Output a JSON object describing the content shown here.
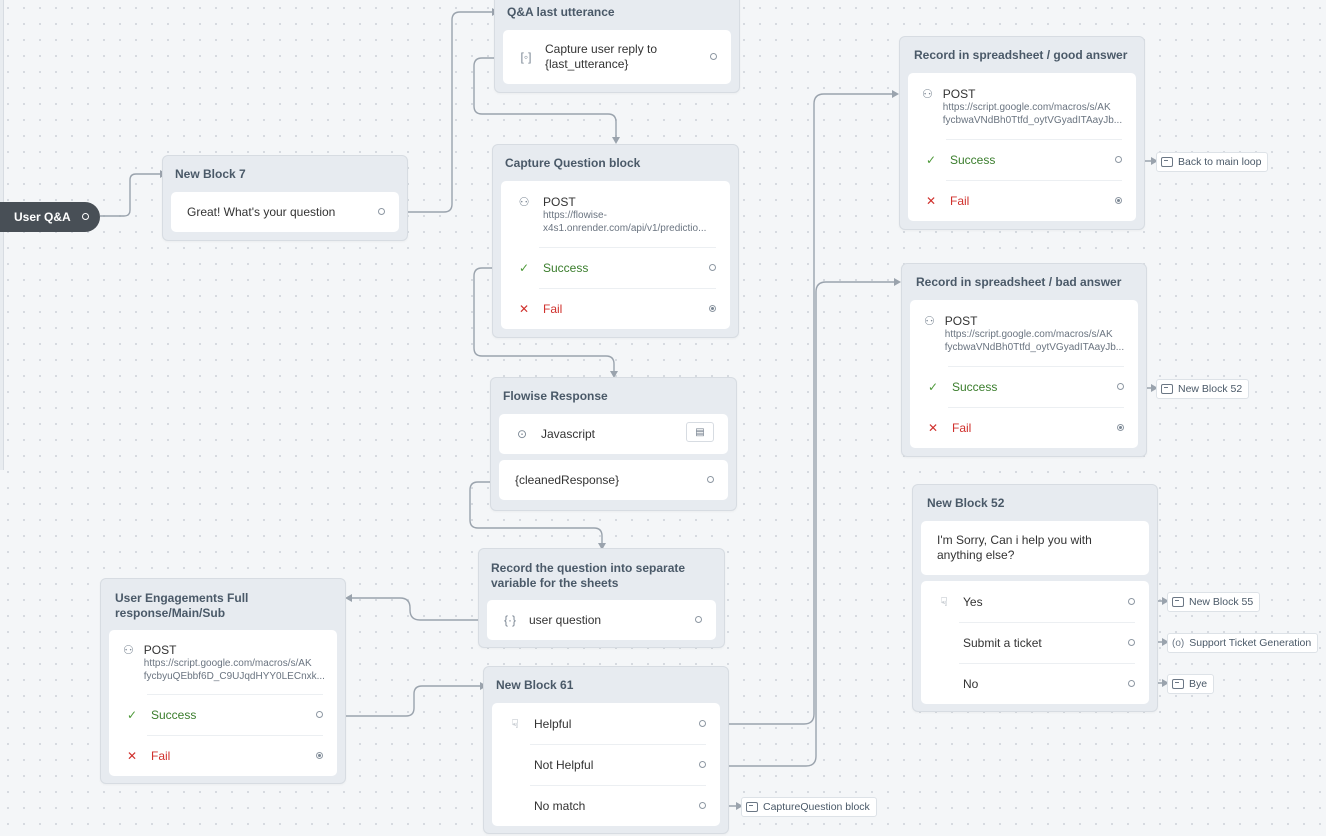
{
  "start_node": {
    "label": "User Q&A"
  },
  "blocks": {
    "qa_last": {
      "title": "Q&A last utterance",
      "capture_text": "Capture user reply to {last_utterance}"
    },
    "new7": {
      "title": "New Block 7",
      "message": "Great! What's your question"
    },
    "capture_q": {
      "title": "Capture Question block",
      "method": "POST",
      "url_line1": "https://flowise-",
      "url_line2": "x4s1.onrender.com/api/v1/predictio...",
      "success": "Success",
      "fail": "Fail"
    },
    "flowise": {
      "title": "Flowise Response",
      "code_label": "Javascript",
      "text": "{cleanedResponse}"
    },
    "record_q": {
      "title": "Record the question into separate variable for the sheets",
      "var_label": "user question"
    },
    "engagement": {
      "title": "User Engagements Full response/Main/Sub",
      "method": "POST",
      "url_line1": "https://script.google.com/macros/s/AK",
      "url_line2": "fycbyuQEbbf6D_C9UJqdHYY0LECnxk...",
      "success": "Success",
      "fail": "Fail"
    },
    "new61": {
      "title": "New Block 61",
      "choices": [
        "Helpful",
        "Not Helpful",
        "No match"
      ]
    },
    "good": {
      "title": "Record in spreadsheet / good answer",
      "method": "POST",
      "url_line1": "https://script.google.com/macros/s/AK",
      "url_line2": "fycbwaVNdBh0Ttfd_oytVGyadITAayJb...",
      "success": "Success",
      "fail": "Fail"
    },
    "bad": {
      "title": "Record in spreadsheet / bad answer",
      "method": "POST",
      "url_line1": "https://script.google.com/macros/s/AK",
      "url_line2": "fycbwaVNdBh0Ttfd_oytVGyadITAayJb...",
      "success": "Success",
      "fail": "Fail"
    },
    "new52": {
      "title": "New Block 52",
      "message": "I'm Sorry, Can i help you with anything else?",
      "choices": [
        "Yes",
        "Submit a ticket",
        "No"
      ]
    }
  },
  "go_to_tags": {
    "back_main": "Back to main loop",
    "new52": "New Block 52",
    "new55": "New Block 55",
    "support": "Support Ticket Generation",
    "bye": "Bye",
    "capture_q": "CaptureQuestion block"
  },
  "colors": {
    "success": "#3a7d2c",
    "fail": "#d0312d",
    "start_node": "#484f56",
    "wire": "#9aa3ad"
  },
  "icons": [
    "capture-icon",
    "api-icon",
    "check-icon",
    "cross-icon",
    "code-icon",
    "variable-icon",
    "choice-icon",
    "goto-icon",
    "component-icon"
  ]
}
